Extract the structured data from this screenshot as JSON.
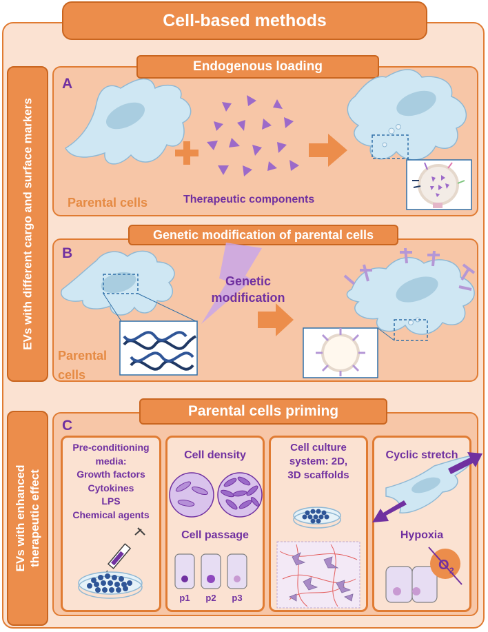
{
  "title": "Cell-based methods",
  "side_top": "EVs with different cargo and surface markers",
  "side_bottom_line1": "EVs with enhanced",
  "side_bottom_line2": "therapeutic effect",
  "panel_a": {
    "letter": "A",
    "title": "Endogenous loading",
    "parental_label": "Parental cells",
    "components_label": "Therapeutic components"
  },
  "panel_b": {
    "letter": "B",
    "title": "Genetic modification of parental cells",
    "genetic_line1": "Genetic",
    "genetic_line2": "modification",
    "parental_line1": "Parental",
    "parental_line2": "cells"
  },
  "panel_c": {
    "letter": "C",
    "title": "Parental cells priming",
    "preconditioning": [
      "Pre-conditioning",
      "media:",
      "Growth factors",
      "Cytokines",
      "LPS",
      "Chemical agents"
    ],
    "cell_density": "Cell density",
    "cell_passage": "Cell passage",
    "passages": [
      "p1",
      "p2",
      "p3"
    ],
    "culture_line1": "Cell culture",
    "culture_line2": "system: 2D,",
    "culture_line3": "3D scaffolds",
    "cyclic_stretch": "Cyclic stretch",
    "hypoxia": "Hypoxia",
    "o2": "O",
    "o2_sub": "2"
  },
  "colors": {
    "orange": "#ec8d4b",
    "orange_border": "#e07b32",
    "panel_fill": "#f7c6a7",
    "outer_fill": "#fbe2d2",
    "purple": "#7030a0",
    "cell_fill": "#cfe7f3",
    "cell_stroke": "#8fb8d4"
  }
}
